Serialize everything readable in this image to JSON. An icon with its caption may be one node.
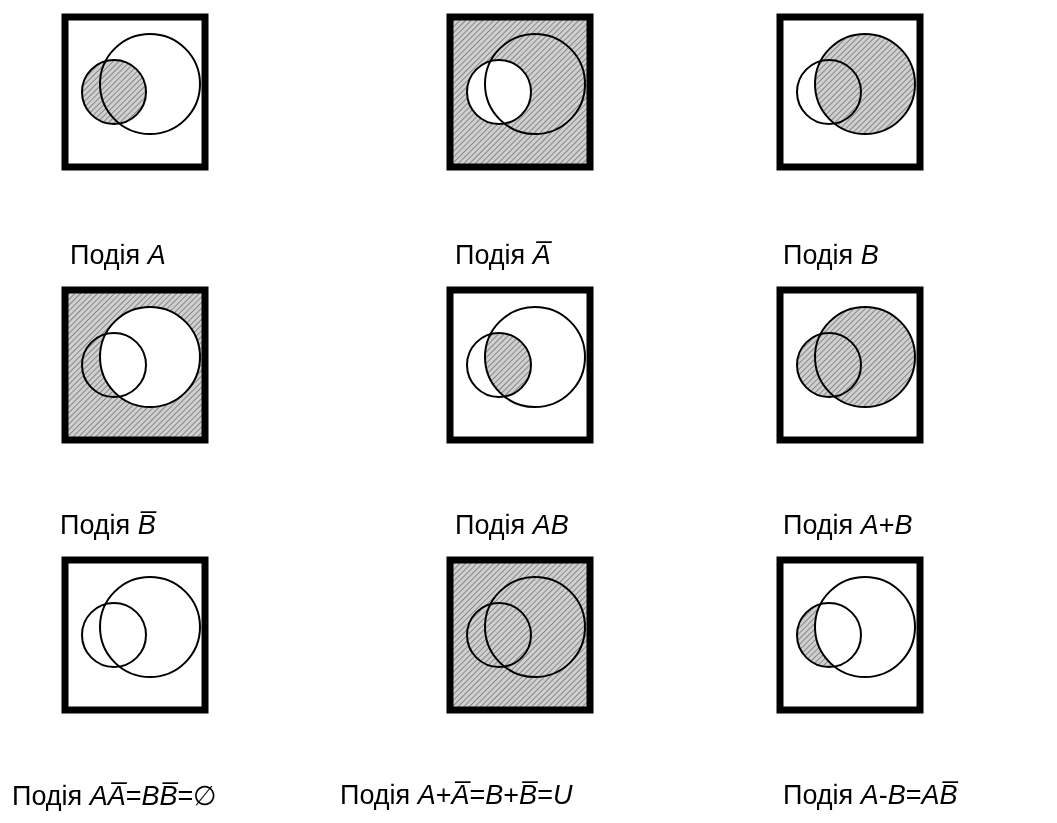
{
  "diagram": {
    "labels": [
      "Подія *A*",
      "Подія *A̅*",
      "Подія *B*",
      "Подія *B̅*",
      "Подія *AB*",
      "Подія *A*+*B*",
      "Подія *AA̅*=*BB̅*=∅",
      "Подія *A*+*A̅*=*B*+*B̅*=*U*",
      "Подія *A*-*B*=*AB̅*"
    ]
  }
}
